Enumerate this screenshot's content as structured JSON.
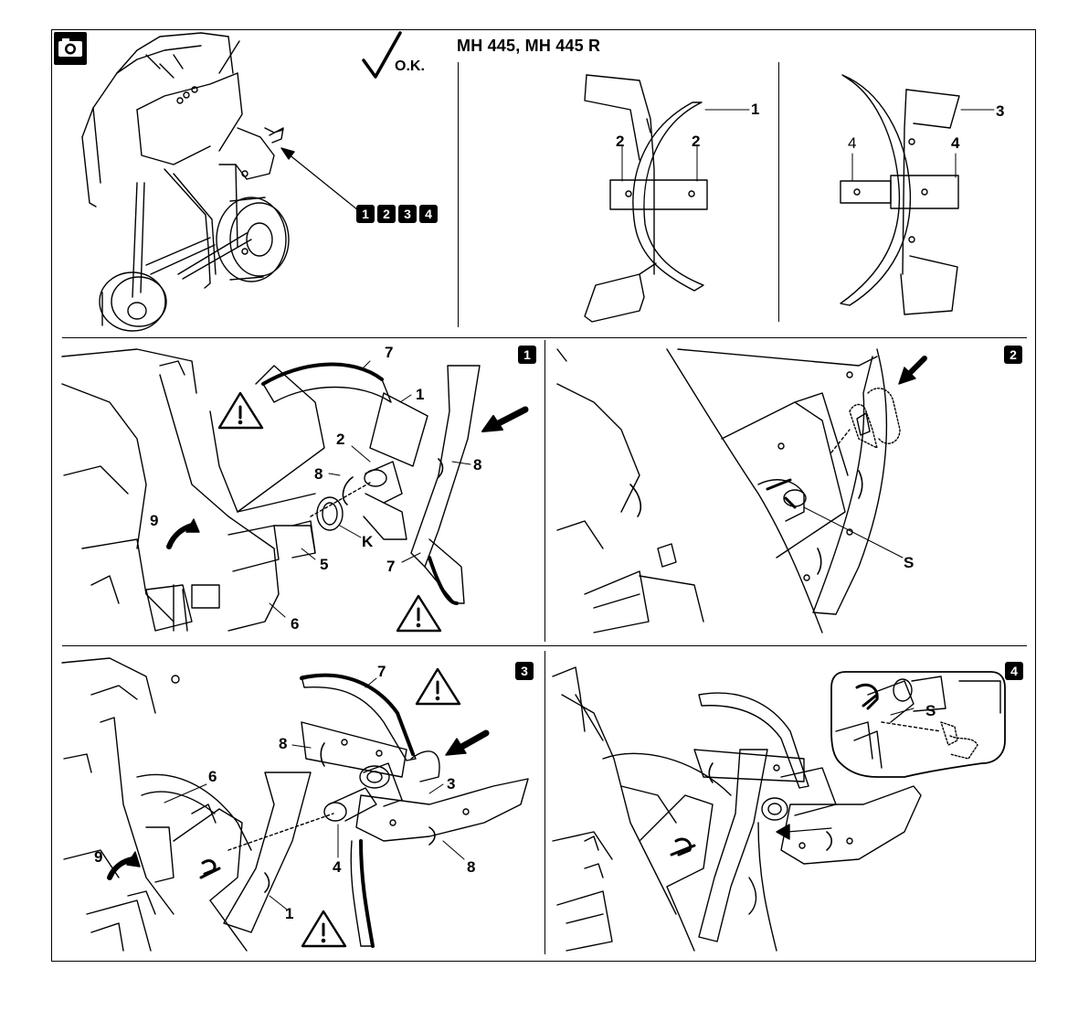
{
  "header": {
    "title": "MH 445, MH 445 R",
    "ok_label": "O.K.",
    "camera_icon": "camera-icon",
    "check_icon": "checkmark-icon"
  },
  "overview": {
    "step_badges": [
      "1",
      "2",
      "3",
      "4"
    ]
  },
  "tine_left": {
    "labels": {
      "one": "1",
      "two_left": "2",
      "two_right": "2"
    }
  },
  "tine_right": {
    "labels": {
      "three": "3",
      "four_left": "4",
      "four_right": "4"
    }
  },
  "step1": {
    "badge": "1",
    "labels": {
      "seven_top": "7",
      "one": "1",
      "two": "2",
      "eight_left": "8",
      "eight_right": "8",
      "nine": "9",
      "k": "K",
      "five": "5",
      "seven_bottom": "7",
      "six": "6"
    },
    "warning_icon": "warning-triangle-icon"
  },
  "step2": {
    "badge": "2",
    "labels": {
      "s": "S"
    }
  },
  "step3": {
    "badge": "3",
    "labels": {
      "seven": "7",
      "eight_left": "8",
      "six": "6",
      "three": "3",
      "nine": "9",
      "four": "4",
      "eight_right": "8",
      "one": "1"
    },
    "warning_icon": "warning-triangle-icon"
  },
  "step4": {
    "badge": "4",
    "labels": {
      "s": "S"
    }
  }
}
